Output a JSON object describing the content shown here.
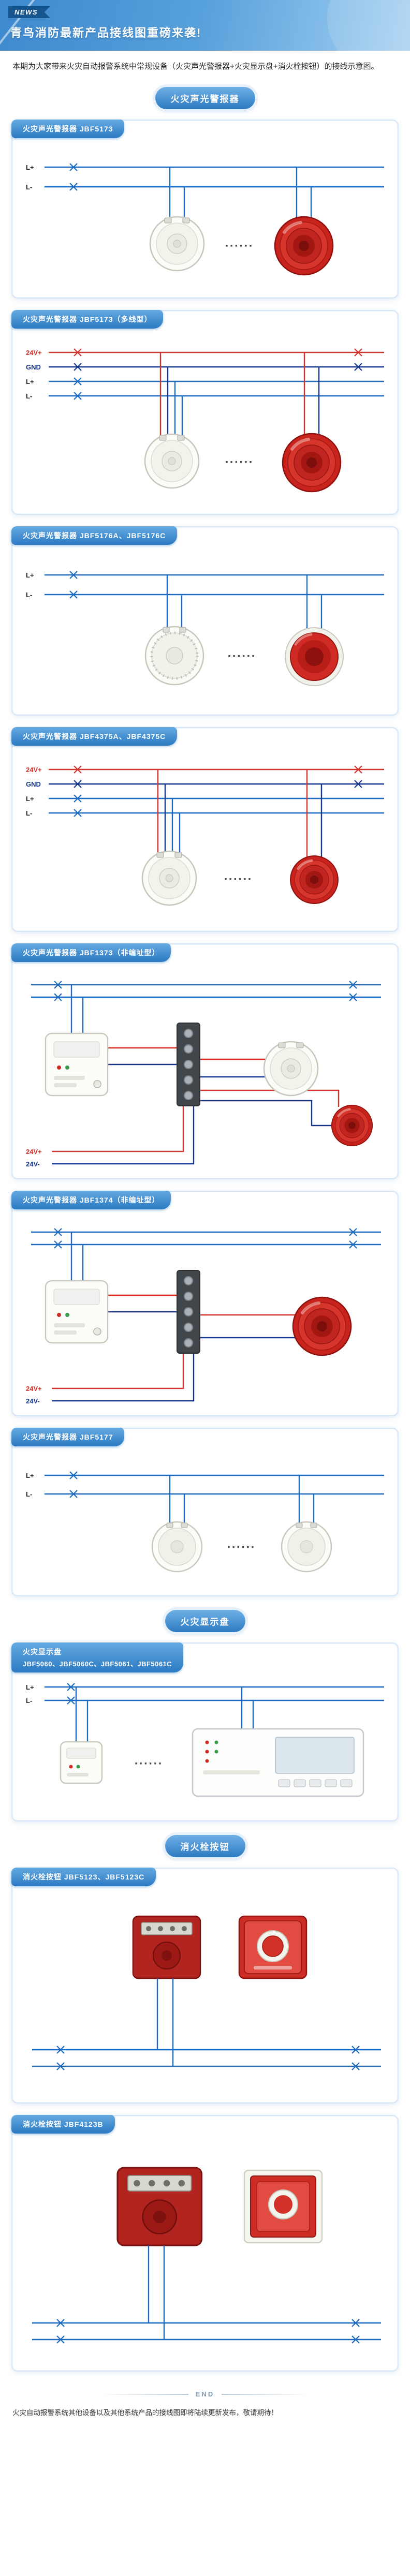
{
  "banner": {
    "news": "NEWS",
    "title": "青鸟消防最新产品接线图重磅来袭!"
  },
  "intro": "本期为大家带来火灾自动报警系统中常规设备（火灾声光警报器+火灾显示盘+消火栓按钮）的接线示意图。",
  "sections": {
    "sounder": "火灾声光警报器",
    "display": "火灾显示盘",
    "hydrant": "消火栓按钮"
  },
  "wires": {
    "l_plus": "L+",
    "l_minus": "L-",
    "v24_plus": "24V+",
    "v24_minus": "24V-",
    "gnd": "GND"
  },
  "dots": "······",
  "cards": {
    "c1": {
      "title": "火灾声光警报器 JBF5173"
    },
    "c2": {
      "title": "火灾声光警报器 JBF5173（多线型）"
    },
    "c3": {
      "title": "火灾声光警报器 JBF5176A、JBF5176C"
    },
    "c4": {
      "title": "火灾声光警报器 JBF4375A、JBF4375C"
    },
    "c5": {
      "title": "火灾声光警报器 JBF1373（非编址型）"
    },
    "c6": {
      "title": "火灾声光警报器 JBF1374（非编址型）"
    },
    "c7": {
      "title": "火灾声光警报器 JBF5177"
    },
    "c8": {
      "title": "火灾显示盘",
      "models": "JBF5060、JBF5060C、JBF5061、JBF5061C"
    },
    "c9": {
      "title": "消火栓按钮 JBF5123、JBF5123C"
    },
    "c10": {
      "title": "消火栓按钮 JBF4123B"
    }
  },
  "footer": {
    "end": "END",
    "note": "火灾自动报警系统其他设备以及其他系统产品的接线图即将陆续更新发布，敬请期待！"
  },
  "colors": {
    "accent_blue": "#2d7ac2",
    "wire_blue": "#1b69c0",
    "wire_red": "#d2322b",
    "wire_navy": "#15368b"
  }
}
